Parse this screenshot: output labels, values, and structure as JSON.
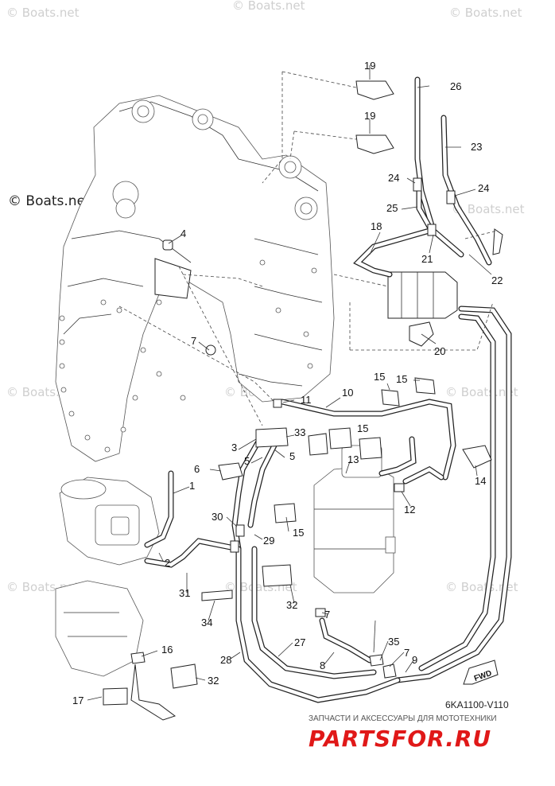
{
  "watermarks": {
    "boats_main": "© Boats.net",
    "boats_faint": "© Boats.net"
  },
  "callouts": [
    {
      "id": "19a",
      "label": "19"
    },
    {
      "id": "26",
      "label": "26"
    },
    {
      "id": "19b",
      "label": "19"
    },
    {
      "id": "23",
      "label": "23"
    },
    {
      "id": "24a",
      "label": "24"
    },
    {
      "id": "24b",
      "label": "24"
    },
    {
      "id": "25",
      "label": "25"
    },
    {
      "id": "18",
      "label": "18"
    },
    {
      "id": "21",
      "label": "21"
    },
    {
      "id": "22",
      "label": "22"
    },
    {
      "id": "4",
      "label": "4"
    },
    {
      "id": "20",
      "label": "20"
    },
    {
      "id": "7a",
      "label": "7"
    },
    {
      "id": "15a",
      "label": "15"
    },
    {
      "id": "15b",
      "label": "15"
    },
    {
      "id": "11",
      "label": "11"
    },
    {
      "id": "10",
      "label": "10"
    },
    {
      "id": "33",
      "label": "33"
    },
    {
      "id": "15c",
      "label": "15"
    },
    {
      "id": "3",
      "label": "3"
    },
    {
      "id": "5a",
      "label": "5"
    },
    {
      "id": "5b",
      "label": "5"
    },
    {
      "id": "13",
      "label": "13"
    },
    {
      "id": "6",
      "label": "6"
    },
    {
      "id": "14",
      "label": "14"
    },
    {
      "id": "1",
      "label": "1"
    },
    {
      "id": "12",
      "label": "12"
    },
    {
      "id": "30",
      "label": "30"
    },
    {
      "id": "15d",
      "label": "15"
    },
    {
      "id": "29",
      "label": "29"
    },
    {
      "id": "2",
      "label": "2"
    },
    {
      "id": "31",
      "label": "31"
    },
    {
      "id": "32a",
      "label": "32"
    },
    {
      "id": "34",
      "label": "34"
    },
    {
      "id": "7b",
      "label": "7"
    },
    {
      "id": "27",
      "label": "27"
    },
    {
      "id": "35",
      "label": "35"
    },
    {
      "id": "7c",
      "label": "7"
    },
    {
      "id": "16",
      "label": "16"
    },
    {
      "id": "8",
      "label": "8"
    },
    {
      "id": "28",
      "label": "28"
    },
    {
      "id": "9",
      "label": "9"
    },
    {
      "id": "32b",
      "label": "32"
    },
    {
      "id": "17",
      "label": "17"
    }
  ],
  "diagram_code": "6KA1100-V110",
  "fwd_label": "FWD",
  "footer": {
    "caption": "ЗАПЧАСТИ И АКСЕССУАРЫ ДЛЯ МОТОТЕХНИКИ",
    "brand": "PARTSFOR.RU"
  },
  "colors": {
    "brand": "#e01818",
    "line": "#222222",
    "watermark": "#cfcfcf"
  }
}
